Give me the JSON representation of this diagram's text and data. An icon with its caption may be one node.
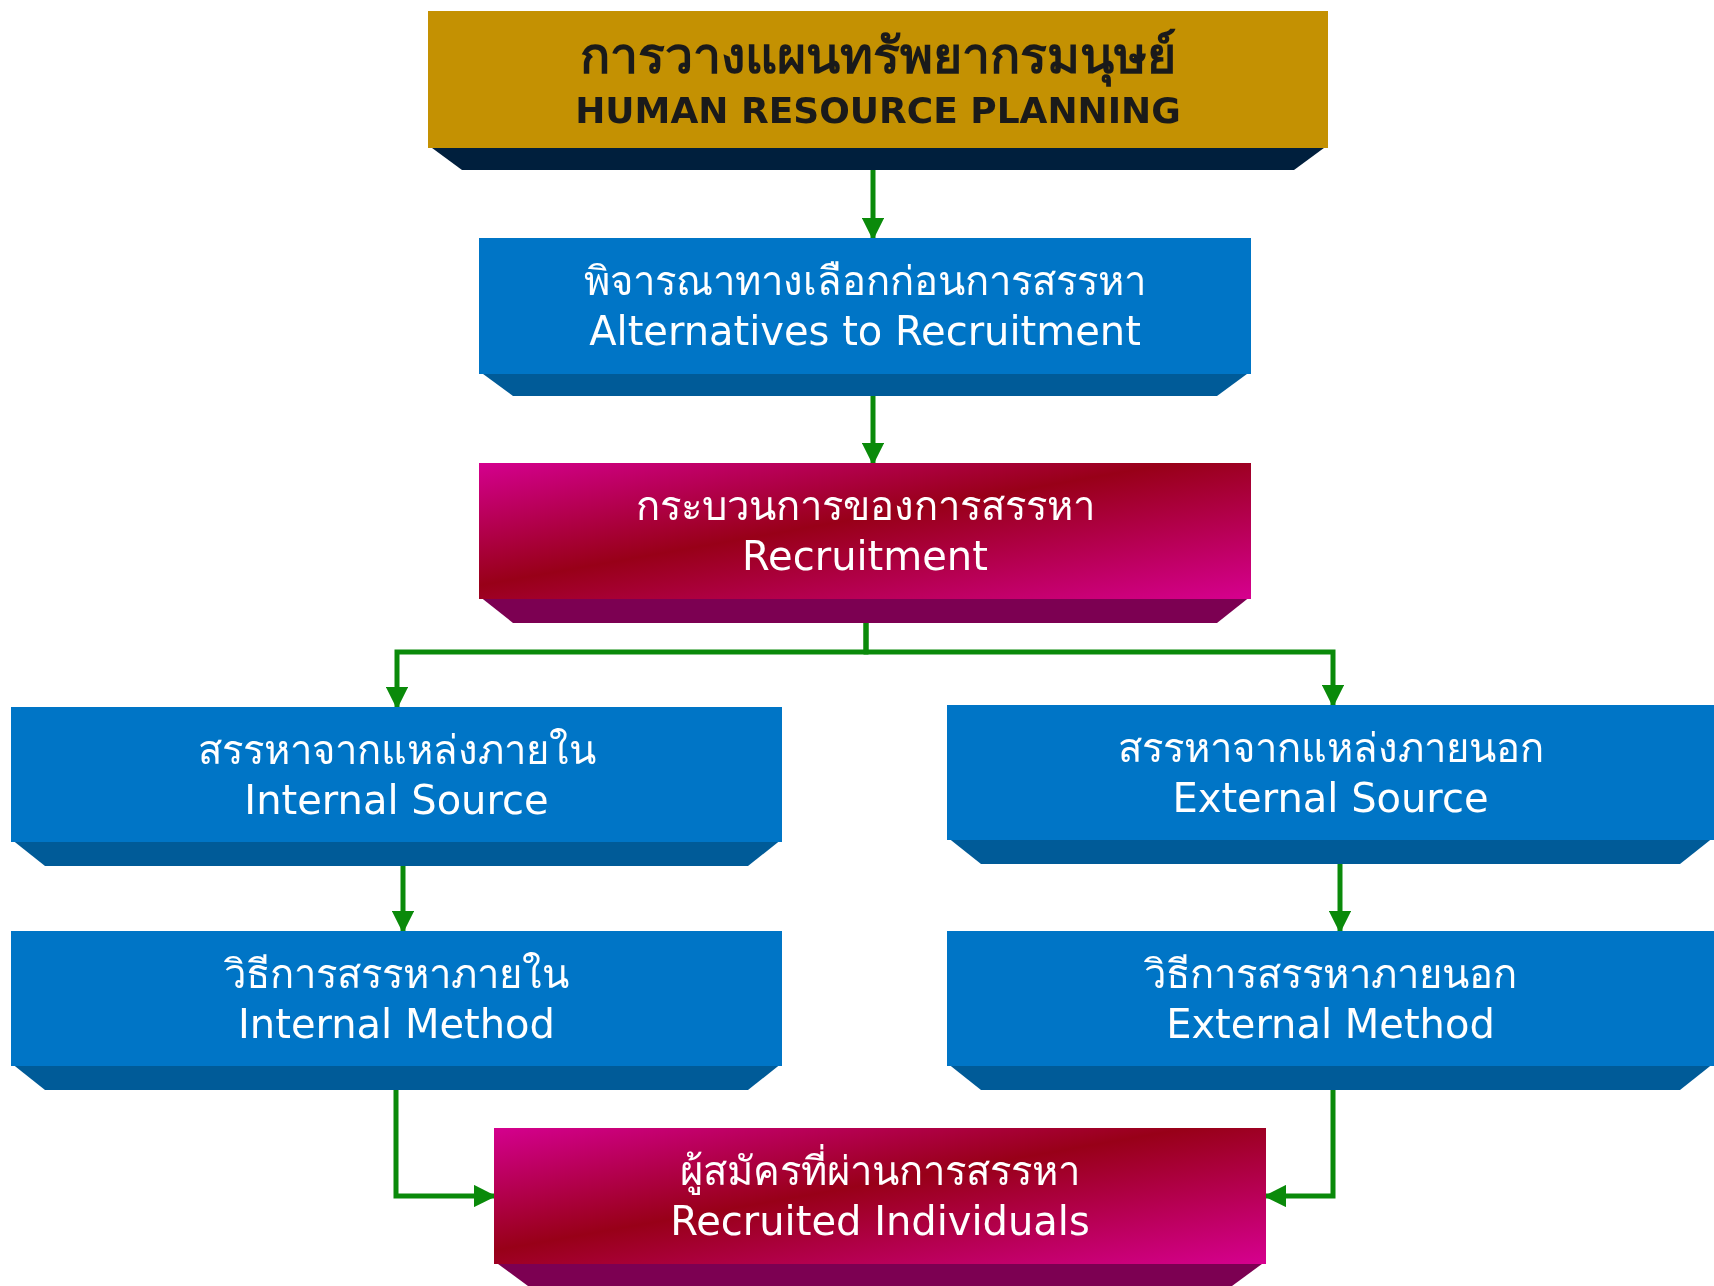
{
  "diagram": {
    "nodes": [
      {
        "text": [
          "การวางแผนทรัพยากรมนุษย์",
          "HUMAN RESOURCE PLANNING"
        ]
      },
      {
        "text": [
          "พิจารณาทางเลือกก่อนการสรรหา",
          "Alternatives to Recruitment"
        ]
      },
      {
        "text": [
          "กระบวนการของการสรรหา",
          "Recruitment"
        ]
      },
      {
        "text": [
          "สรรหาจากแหล่งภายใน",
          "Internal Source"
        ]
      },
      {
        "text": [
          "สรรหาจากแหล่งภายนอก",
          "External Source"
        ]
      },
      {
        "text": [
          "วิธีการสรรหาภายใน",
          "Internal Method"
        ]
      },
      {
        "text": [
          "วิธีการสรรหาภายนอก",
          "External Method"
        ]
      },
      {
        "text": [
          "ผู้สมัครที่ผ่านการสรรหา",
          "Recruited Individuals"
        ]
      }
    ],
    "edges": [
      {
        "from": 0,
        "to": 1,
        "arrow": "to"
      },
      {
        "from": 1,
        "to": 2,
        "arrow": "to"
      },
      {
        "from": 2,
        "to": 3,
        "arrow": "to"
      },
      {
        "from": 2,
        "to": 4,
        "arrow": "to"
      },
      {
        "from": 3,
        "to": 5,
        "arrow": "to"
      },
      {
        "from": 4,
        "to": 6,
        "arrow": "to"
      },
      {
        "from": 5,
        "to": 7,
        "arrow": "to"
      },
      {
        "from": 6,
        "to": 7,
        "arrow": "to"
      }
    ]
  }
}
